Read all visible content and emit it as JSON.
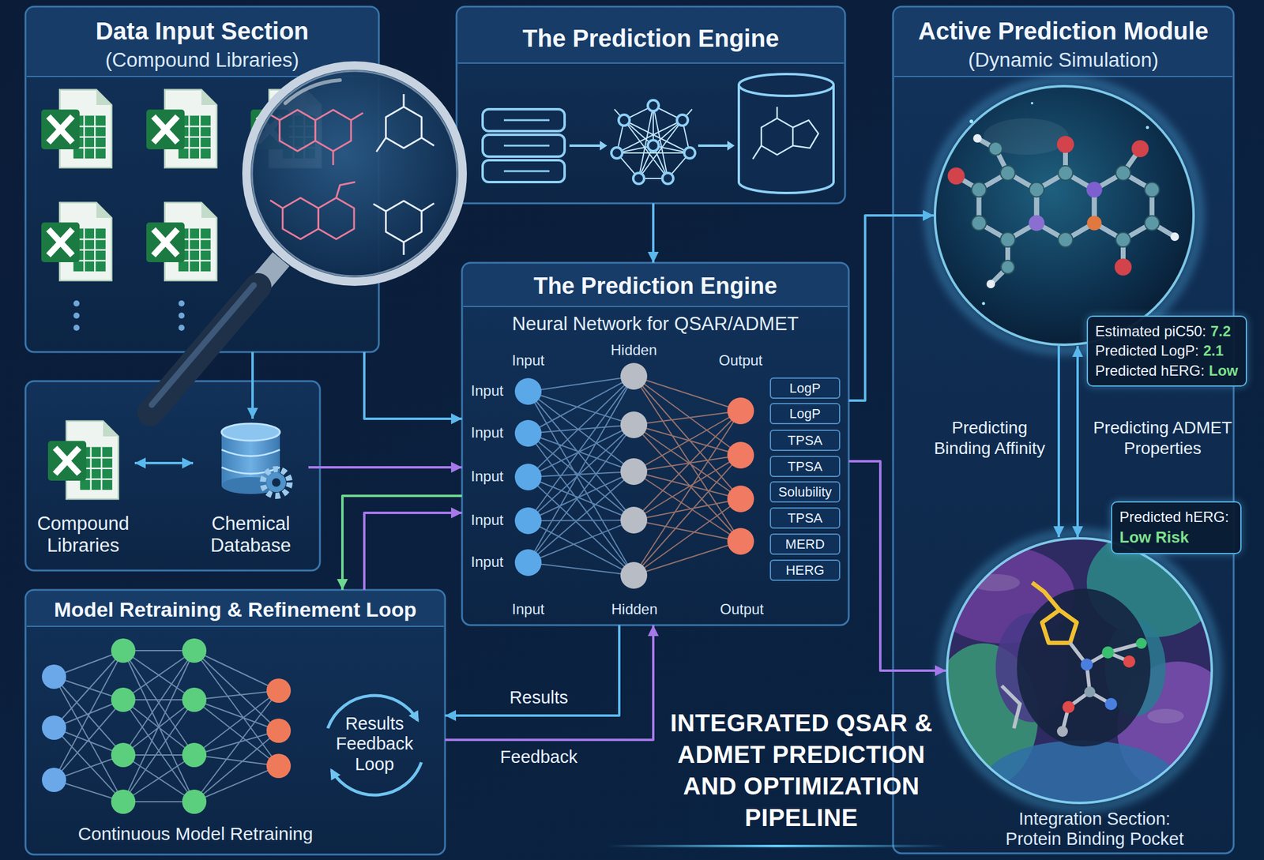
{
  "diagram": {
    "title": "INTEGRATED QSAR & ADMET PREDICTION AND OPTIMIZATION PIPELINE",
    "nodes": [
      {
        "text": [
          "Data Input Section",
          "(Compound Libraries)"
        ]
      },
      {
        "text": [
          "The Prediction Engine"
        ]
      },
      {
        "text": [
          "Active Prediction Module",
          "(Dynamic Simulation)"
        ]
      },
      {
        "text": [
          "Compound Libraries"
        ]
      },
      {
        "text": [
          "Chemical Database"
        ]
      },
      {
        "text": [
          "The Prediction Engine",
          "Neural Network for QSAR/ADMET"
        ]
      },
      {
        "text": [
          "LogP"
        ],
        "in": 5
      },
      {
        "text": [
          "LogP"
        ],
        "in": 5
      },
      {
        "text": [
          "TPSA"
        ],
        "in": 5
      },
      {
        "text": [
          "TPSA"
        ],
        "in": 5
      },
      {
        "text": [
          "Solubility"
        ],
        "in": 5
      },
      {
        "text": [
          "TPSA"
        ],
        "in": 5
      },
      {
        "text": [
          "MERD"
        ],
        "in": 5
      },
      {
        "text": [
          "HERG"
        ],
        "in": 5
      },
      {
        "text": [
          "Estimated piC50:",
          "7.2",
          "Predicted LogP:",
          "2.1",
          "Predicted hERG:",
          "Low"
        ],
        "in": 2
      },
      {
        "text": [
          "Predicted hERG:",
          "Low Risk",
          "Integration Section: Protein Binding Pocket"
        ],
        "in": 2
      },
      {
        "text": [
          "Model Retraining & Refinement Loop",
          "Continuous Model Retraining"
        ]
      },
      {
        "text": [
          "Results Feedback Loop"
        ],
        "in": 16
      }
    ],
    "edges": [
      {
        "from": 0,
        "to": 4,
        "arrow": "to"
      },
      {
        "from": 3,
        "to": 4,
        "arrow": "both"
      },
      {
        "from": 0,
        "to": 5,
        "arrow": "to"
      },
      {
        "from": 4,
        "to": 5,
        "arrow": "to"
      },
      {
        "from": 1,
        "to": 5,
        "arrow": "to"
      },
      {
        "from": 5,
        "to": 16,
        "arrow": "to"
      },
      {
        "from": 16,
        "to": 5,
        "arrow": "to"
      },
      {
        "from": 5,
        "to": 16,
        "label": "Results",
        "arrow": "to"
      },
      {
        "from": 16,
        "to": 5,
        "label": "Feedback",
        "arrow": "to"
      },
      {
        "from": 5,
        "to": 14,
        "arrow": "to"
      },
      {
        "from": 5,
        "to": 15,
        "arrow": "to"
      },
      {
        "from": 14,
        "to": 15,
        "label": "Predicting Binding Affinity",
        "arrow": "to"
      },
      {
        "from": 14,
        "to": 15,
        "label": "Predicting ADMET Properties",
        "arrow": "both"
      }
    ],
    "labels": [
      "Input",
      "Hidden",
      "Output",
      "Input",
      "Input",
      "Input",
      "Input",
      "Input",
      "Input",
      "Hidden",
      "Output"
    ]
  }
}
